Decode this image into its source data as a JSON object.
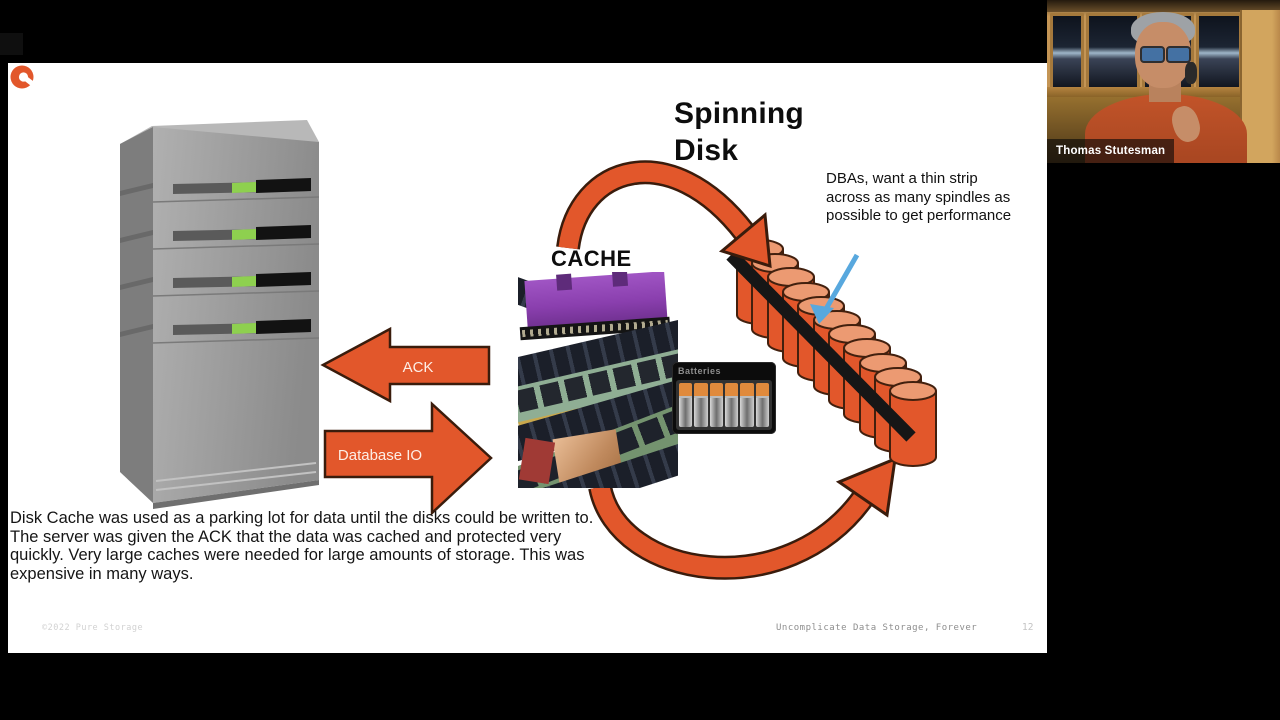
{
  "webcam": {
    "name": "Thomas Stutesman"
  },
  "slide": {
    "title": "Spinning Disk",
    "cache_label": "CACHE",
    "dba_note": "DBAs, want a thin strip across as many spindles as possible to get performance",
    "ack_label": "ACK",
    "database_io_label": "Database IO",
    "batteries_label": "Batteries",
    "body_text": "Disk Cache was used as a parking lot for data until the disks could be written to. The server was given the ACK that the data was cached and protected very quickly. Very large caches were needed for large amounts of storage. This was expensive in many ways.",
    "footer": {
      "copyright": "©2022 Pure Storage",
      "tagline": "Uncomplicate Data Storage, Forever",
      "page": "12"
    }
  },
  "colors": {
    "accent_orange": "#E2572B",
    "disk_top_orange": "#EC9A72",
    "pointer_blue": "#58A8DE",
    "led_green": "#8ED04F"
  }
}
